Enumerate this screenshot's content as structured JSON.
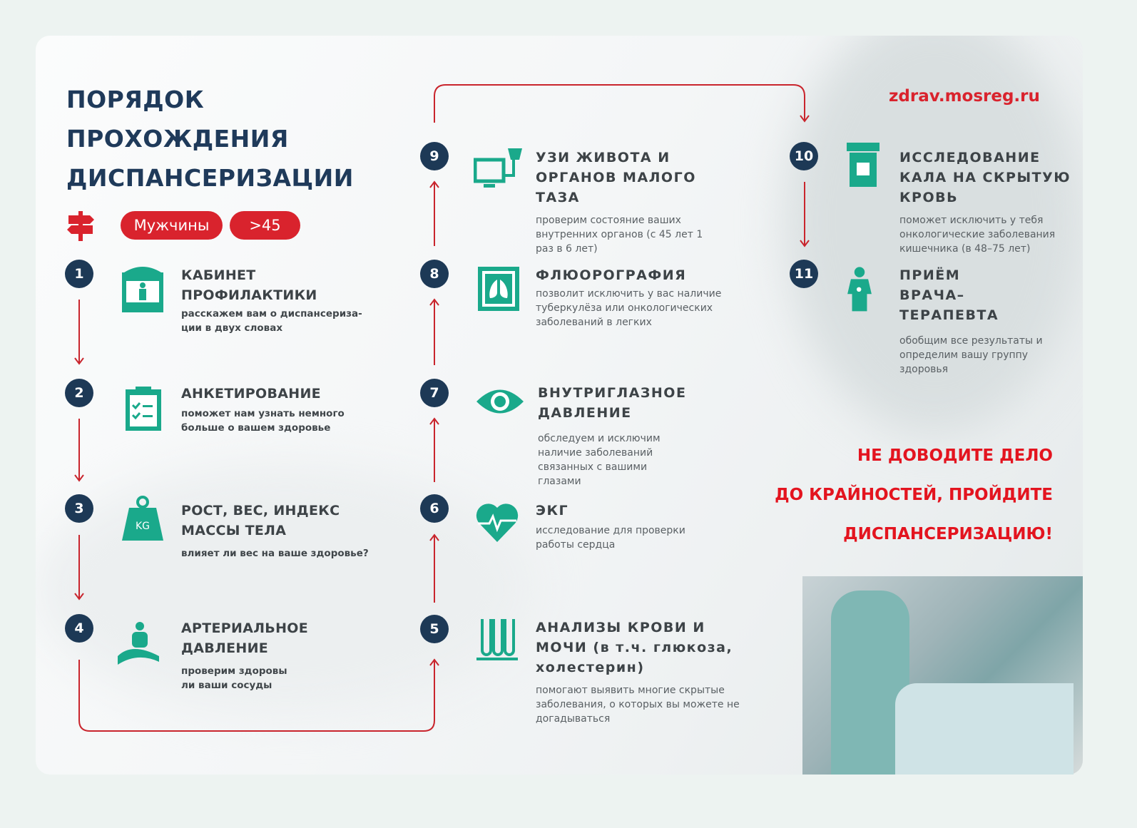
{
  "title": [
    "ПОРЯДОК",
    "ПРОХОЖДЕНИЯ",
    "ДИСПАНСЕРИЗАЦИИ"
  ],
  "url": "zdrav.mosreg.ru",
  "filters": {
    "gender": "Мужчины",
    "age": ">45"
  },
  "colors": {
    "navy": "#1d3956",
    "teal": "#1aa98b",
    "red": "#d9232d"
  },
  "steps": [
    {
      "n": "1",
      "title": "КАБИНЕТ ПРОФИЛАКТИКИ",
      "desc": "расскажем вам о диспансериза-ции в двух словах",
      "icon": "doctor-office-icon"
    },
    {
      "n": "2",
      "title": "АНКЕТИРОВАНИЕ",
      "desc": "поможет нам узнать немного больше о вашем здоровье",
      "icon": "clipboard-checklist-icon"
    },
    {
      "n": "3",
      "title": "РОСТ, ВЕС, ИНДЕКС МАССЫ ТЕЛА",
      "desc": "влияет ли вес на ваше здоровье?",
      "icon": "weight-kg-icon"
    },
    {
      "n": "4",
      "title": "АРТЕРИАЛЬНОЕ ДАВЛЕНИЕ",
      "desc": "проверим здоровы ли ваши сосуды",
      "icon": "blood-pressure-icon"
    },
    {
      "n": "5",
      "title": "АНАЛИЗЫ КРОВИ И МОЧИ (в т.ч. глюкоза, холестерин)",
      "desc": "помогают выявить многие скрытые заболевания, о которых вы можете не догадываться",
      "icon": "test-tubes-icon"
    },
    {
      "n": "6",
      "title": "ЭКГ",
      "desc": "исследование для проверки работы сердца",
      "icon": "heart-ecg-icon"
    },
    {
      "n": "7",
      "title": "ВНУТРИГЛАЗНОЕ ДАВЛЕНИЕ",
      "desc": "обследуем и исключим наличие заболеваний связанных с вашими глазами",
      "icon": "eye-icon"
    },
    {
      "n": "8",
      "title": "ФЛЮОРОГРАФИЯ",
      "desc": "позволит исключить у вас наличие туберкулёза или онкологических заболеваний в легких",
      "icon": "lungs-xray-icon"
    },
    {
      "n": "9",
      "title": "УЗИ ЖИВОТА И ОРГАНОВ МАЛОГО ТАЗА",
      "desc": "проверим состояние ваших внутренних органов (с 45 лет  1 раз в 6 лет)",
      "icon": "ultrasound-monitor-icon"
    },
    {
      "n": "10",
      "title": "ИССЛЕДОВАНИЕ КАЛА НА СКРЫТУЮ КРОВЬ",
      "desc": "поможет исключить у тебя онкологические заболевания кишечника (в 48–75 лет)",
      "icon": "sample-container-icon"
    },
    {
      "n": "11",
      "title": "ПРИЁМ ВРАЧА–ТЕРАПЕВТА",
      "desc": "обобщим все результаты и определим вашу группу здоровья",
      "icon": "doctor-icon"
    }
  ],
  "slogan": [
    "НЕ ДОВОДИТЕ ДЕЛО",
    "ДО КРАЙНОСТЕЙ, ПРОЙДИТЕ",
    "ДИСПАНСЕРИЗАЦИЮ!"
  ]
}
